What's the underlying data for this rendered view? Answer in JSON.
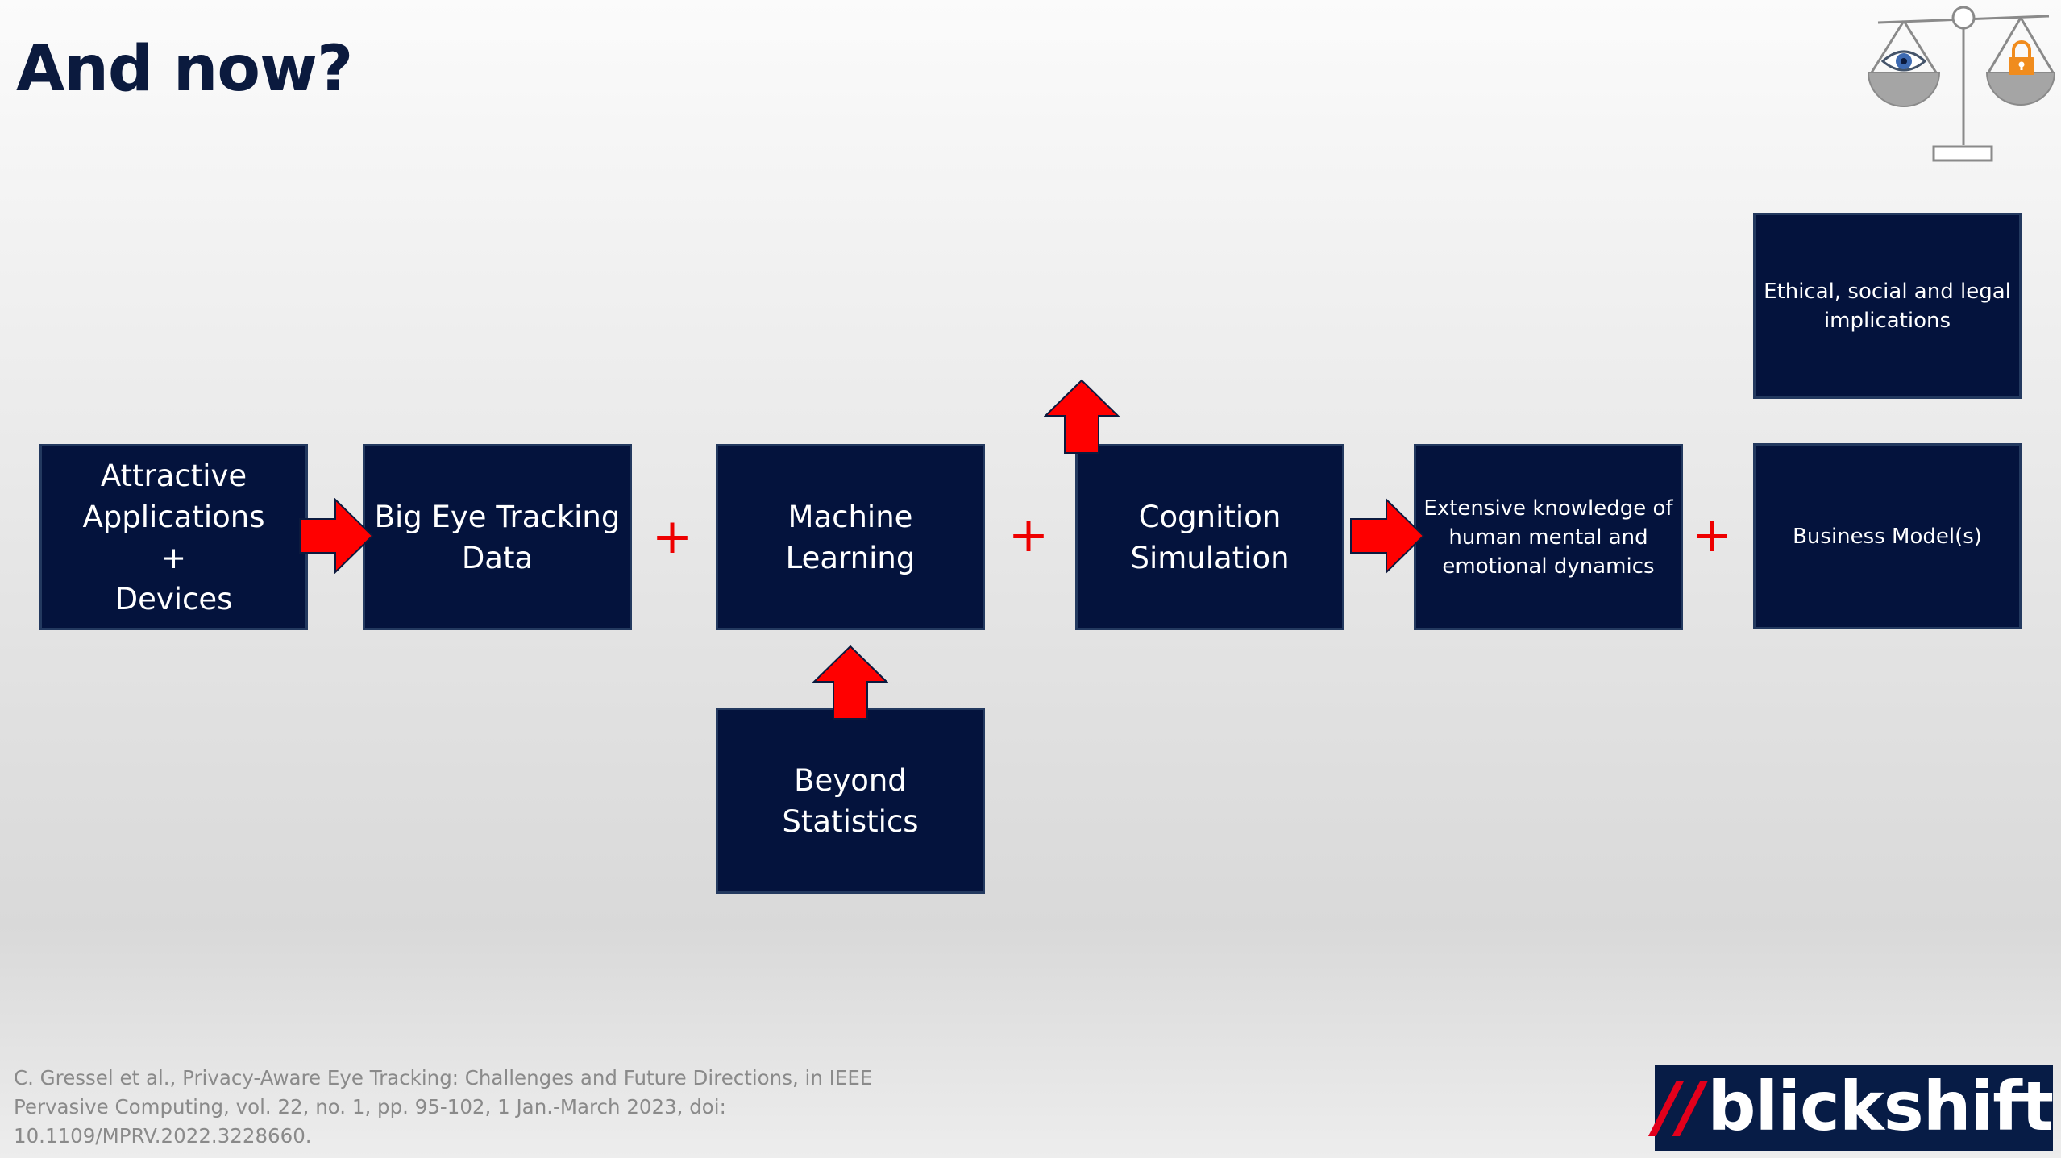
{
  "slide": {
    "title": "And now?"
  },
  "boxes": {
    "attractive": "Attractive\nApplications\n+\nDevices",
    "big_data": "Big Eye Tracking\nData",
    "machine_learning": "Machine\nLearning",
    "beyond_statistics": "Beyond\nStatistics",
    "cognition": "Cognition\nSimulation",
    "knowledge": "Extensive knowledge of\nhuman mental and\nemotional dynamics",
    "business": "Business Model(s)",
    "ethical": "Ethical, social and legal\nimplications"
  },
  "operators": {
    "plus_1": "+",
    "plus_2": "+",
    "plus_3": "+"
  },
  "citation": "C. Gressel et al., Privacy-Aware Eye Tracking: Challenges and Future Directions, in IEEE Pervasive Computing, vol. 22, no. 1, pp. 95-102, 1 Jan.-March 2023, doi: 10.1109/MPRV.2022.3228660.",
  "logo": {
    "slashes": "//",
    "text": "blickshift"
  },
  "colors": {
    "box_fill": "#04133d",
    "arrow": "#ff0000",
    "plus": "#ee0000",
    "title": "#0b1a3e",
    "logo_bg": "#071c46",
    "logo_accent": "#e3001b",
    "lock": "#f08c1e"
  },
  "icons": {
    "scale": "balance-scale-icon",
    "eye": "eye-icon",
    "lock": "lock-icon"
  }
}
